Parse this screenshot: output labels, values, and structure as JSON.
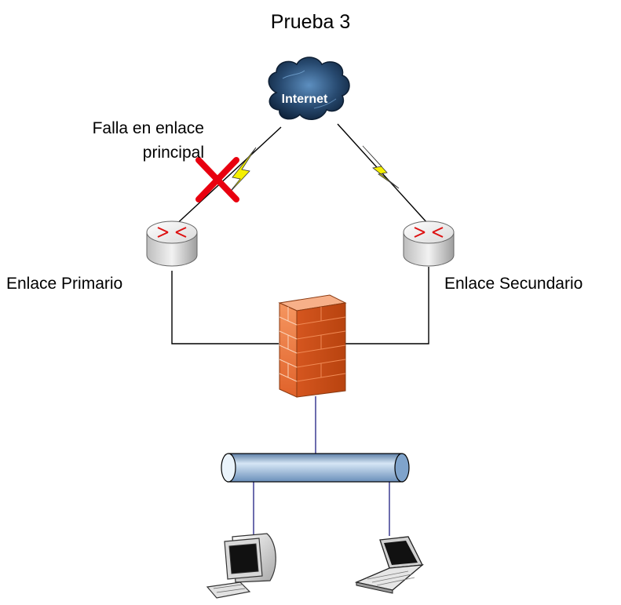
{
  "title": "Prueba 3",
  "nodes": {
    "internet": {
      "label": "Internet",
      "icon": "cloud-icon"
    },
    "router_primary": {
      "label": "Enlace Primario",
      "icon": "router-icon"
    },
    "router_secondary": {
      "label": "Enlace Secundario",
      "icon": "router-icon"
    },
    "firewall": {
      "icon": "firewall-icon"
    },
    "bus": {
      "icon": "network-bus-icon"
    },
    "desktop": {
      "icon": "desktop-computer-icon"
    },
    "laptop": {
      "icon": "laptop-icon"
    }
  },
  "annotations": {
    "failure_note": "Falla en enlace principal",
    "failure_marker": "x-mark-icon"
  },
  "colors": {
    "failure": "#e8000f",
    "lightning": "#f5f000",
    "cloud": "#1f3f66",
    "firewall": "#f07a3a",
    "bus": "#a9c6e3",
    "bus_line": "#2e2e8a"
  }
}
